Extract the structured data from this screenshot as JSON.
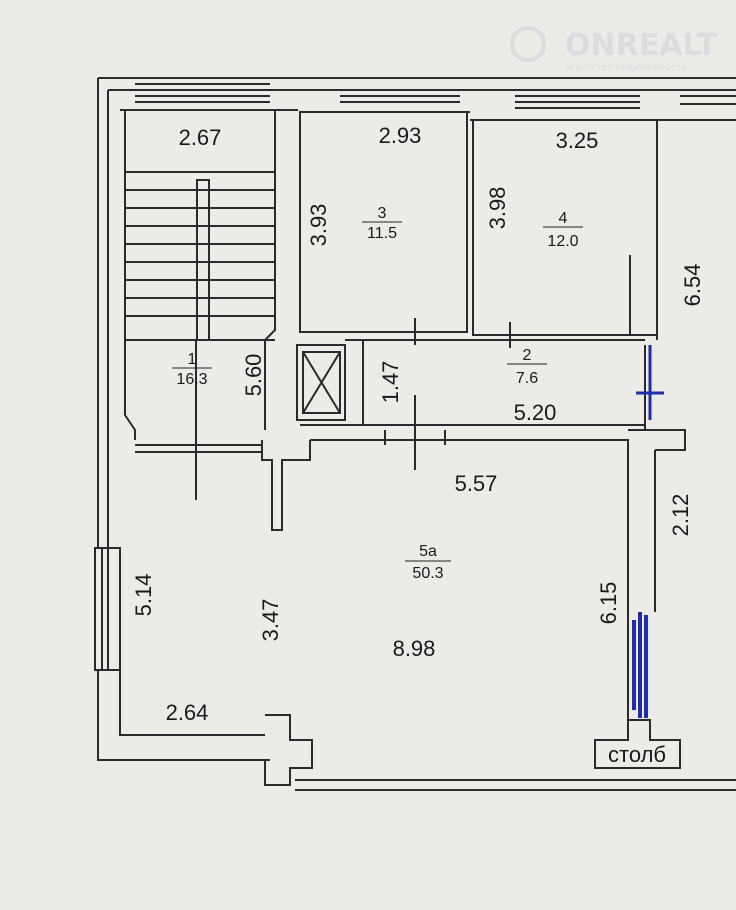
{
  "watermark": {
    "brand": "ONREALT",
    "tagline": "агентство недвижимости"
  },
  "rooms": [
    {
      "number": "1",
      "area": "16.3"
    },
    {
      "number": "2",
      "area": "7.6"
    },
    {
      "number": "3",
      "area": "11.5"
    },
    {
      "number": "4",
      "area": "12.0"
    },
    {
      "number": "5а",
      "area": "50.3"
    }
  ],
  "dimensions": {
    "d267": "2.67",
    "d293": "2.93",
    "d325": "3.25",
    "d393": "3.93",
    "d398": "3.98",
    "d654": "6.54",
    "d560": "5.60",
    "d147": "1.47",
    "d520": "5.20",
    "d557": "5.57",
    "d212": "2.12",
    "d514": "5.14",
    "d347": "3.47",
    "d898": "8.98",
    "d615": "6.15",
    "d264": "2.64"
  },
  "column_label": "столб",
  "colors": {
    "wall": "#2a2a2a",
    "paper": "#ecebe8",
    "marker": "#1c2fa8"
  }
}
